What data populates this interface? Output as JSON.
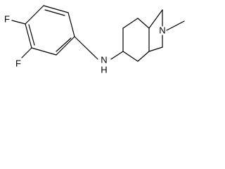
{
  "atoms": {
    "fluorine_para": "F",
    "fluorine_meta": "F",
    "amine_nitrogen": "N",
    "amine_hydrogen": "H",
    "bridge_nitrogen": "N"
  }
}
